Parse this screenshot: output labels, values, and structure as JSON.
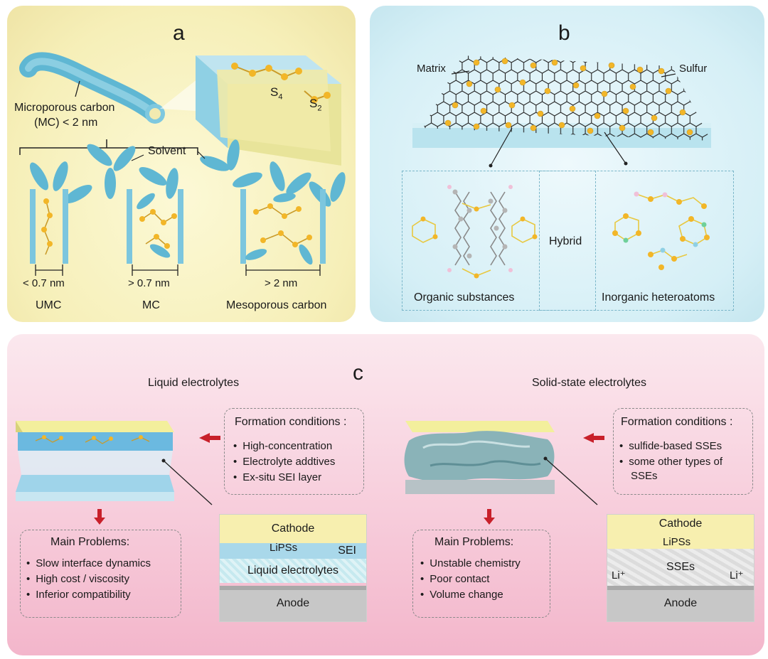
{
  "panel_a": {
    "letter": "a",
    "mc_label_line1": "Microporous carbon",
    "mc_label_line2": "(MC)  < 2 nm",
    "s4": "S",
    "s4_sub": "4",
    "s2": "S",
    "s2_sub": "2",
    "solvent": "Solvent",
    "umc_width": "< 0.7 nm",
    "mc_width": "> 0.7 nm",
    "meso_width": "> 2 nm",
    "umc": "UMC",
    "mc": "MC",
    "meso": "Mesoporous carbon"
  },
  "panel_b": {
    "letter": "b",
    "matrix": "Matrix",
    "sulfur": "Sulfur",
    "organic": "Organic substances",
    "hybrid": "Hybrid",
    "inorganic": "Inorganic heteroatoms"
  },
  "panel_c": {
    "letter": "c",
    "liquid": {
      "title": "Liquid electrolytes",
      "formation_title": "Formation conditions :",
      "formation_items": [
        "High-concentration",
        "Electrolyte addtives",
        "Ex-situ SEI layer"
      ],
      "problems_title": "Main Problems:",
      "problems_items": [
        "Slow interface dynamics",
        "High cost / viscosity",
        "Inferior compatibility"
      ],
      "cathode": "Cathode",
      "lipss": "LiPSs",
      "sei": "SEI",
      "electrolyte": "Liquid electrolytes",
      "anode": "Anode"
    },
    "solid": {
      "title": "Solid-state electrolytes",
      "formation_title": "Formation conditions :",
      "formation_items": [
        "sulfide-based SSEs",
        "some other types of",
        "SSEs"
      ],
      "problems_title": "Main Problems:",
      "problems_items": [
        "Unstable chemistry",
        "Poor contact",
        "Volume change"
      ],
      "cathode": "Cathode",
      "lipss": "LiPSs",
      "li_left": "Li⁺",
      "sses": "SSEs",
      "li_right": "Li⁺",
      "anode": "Anode"
    }
  }
}
